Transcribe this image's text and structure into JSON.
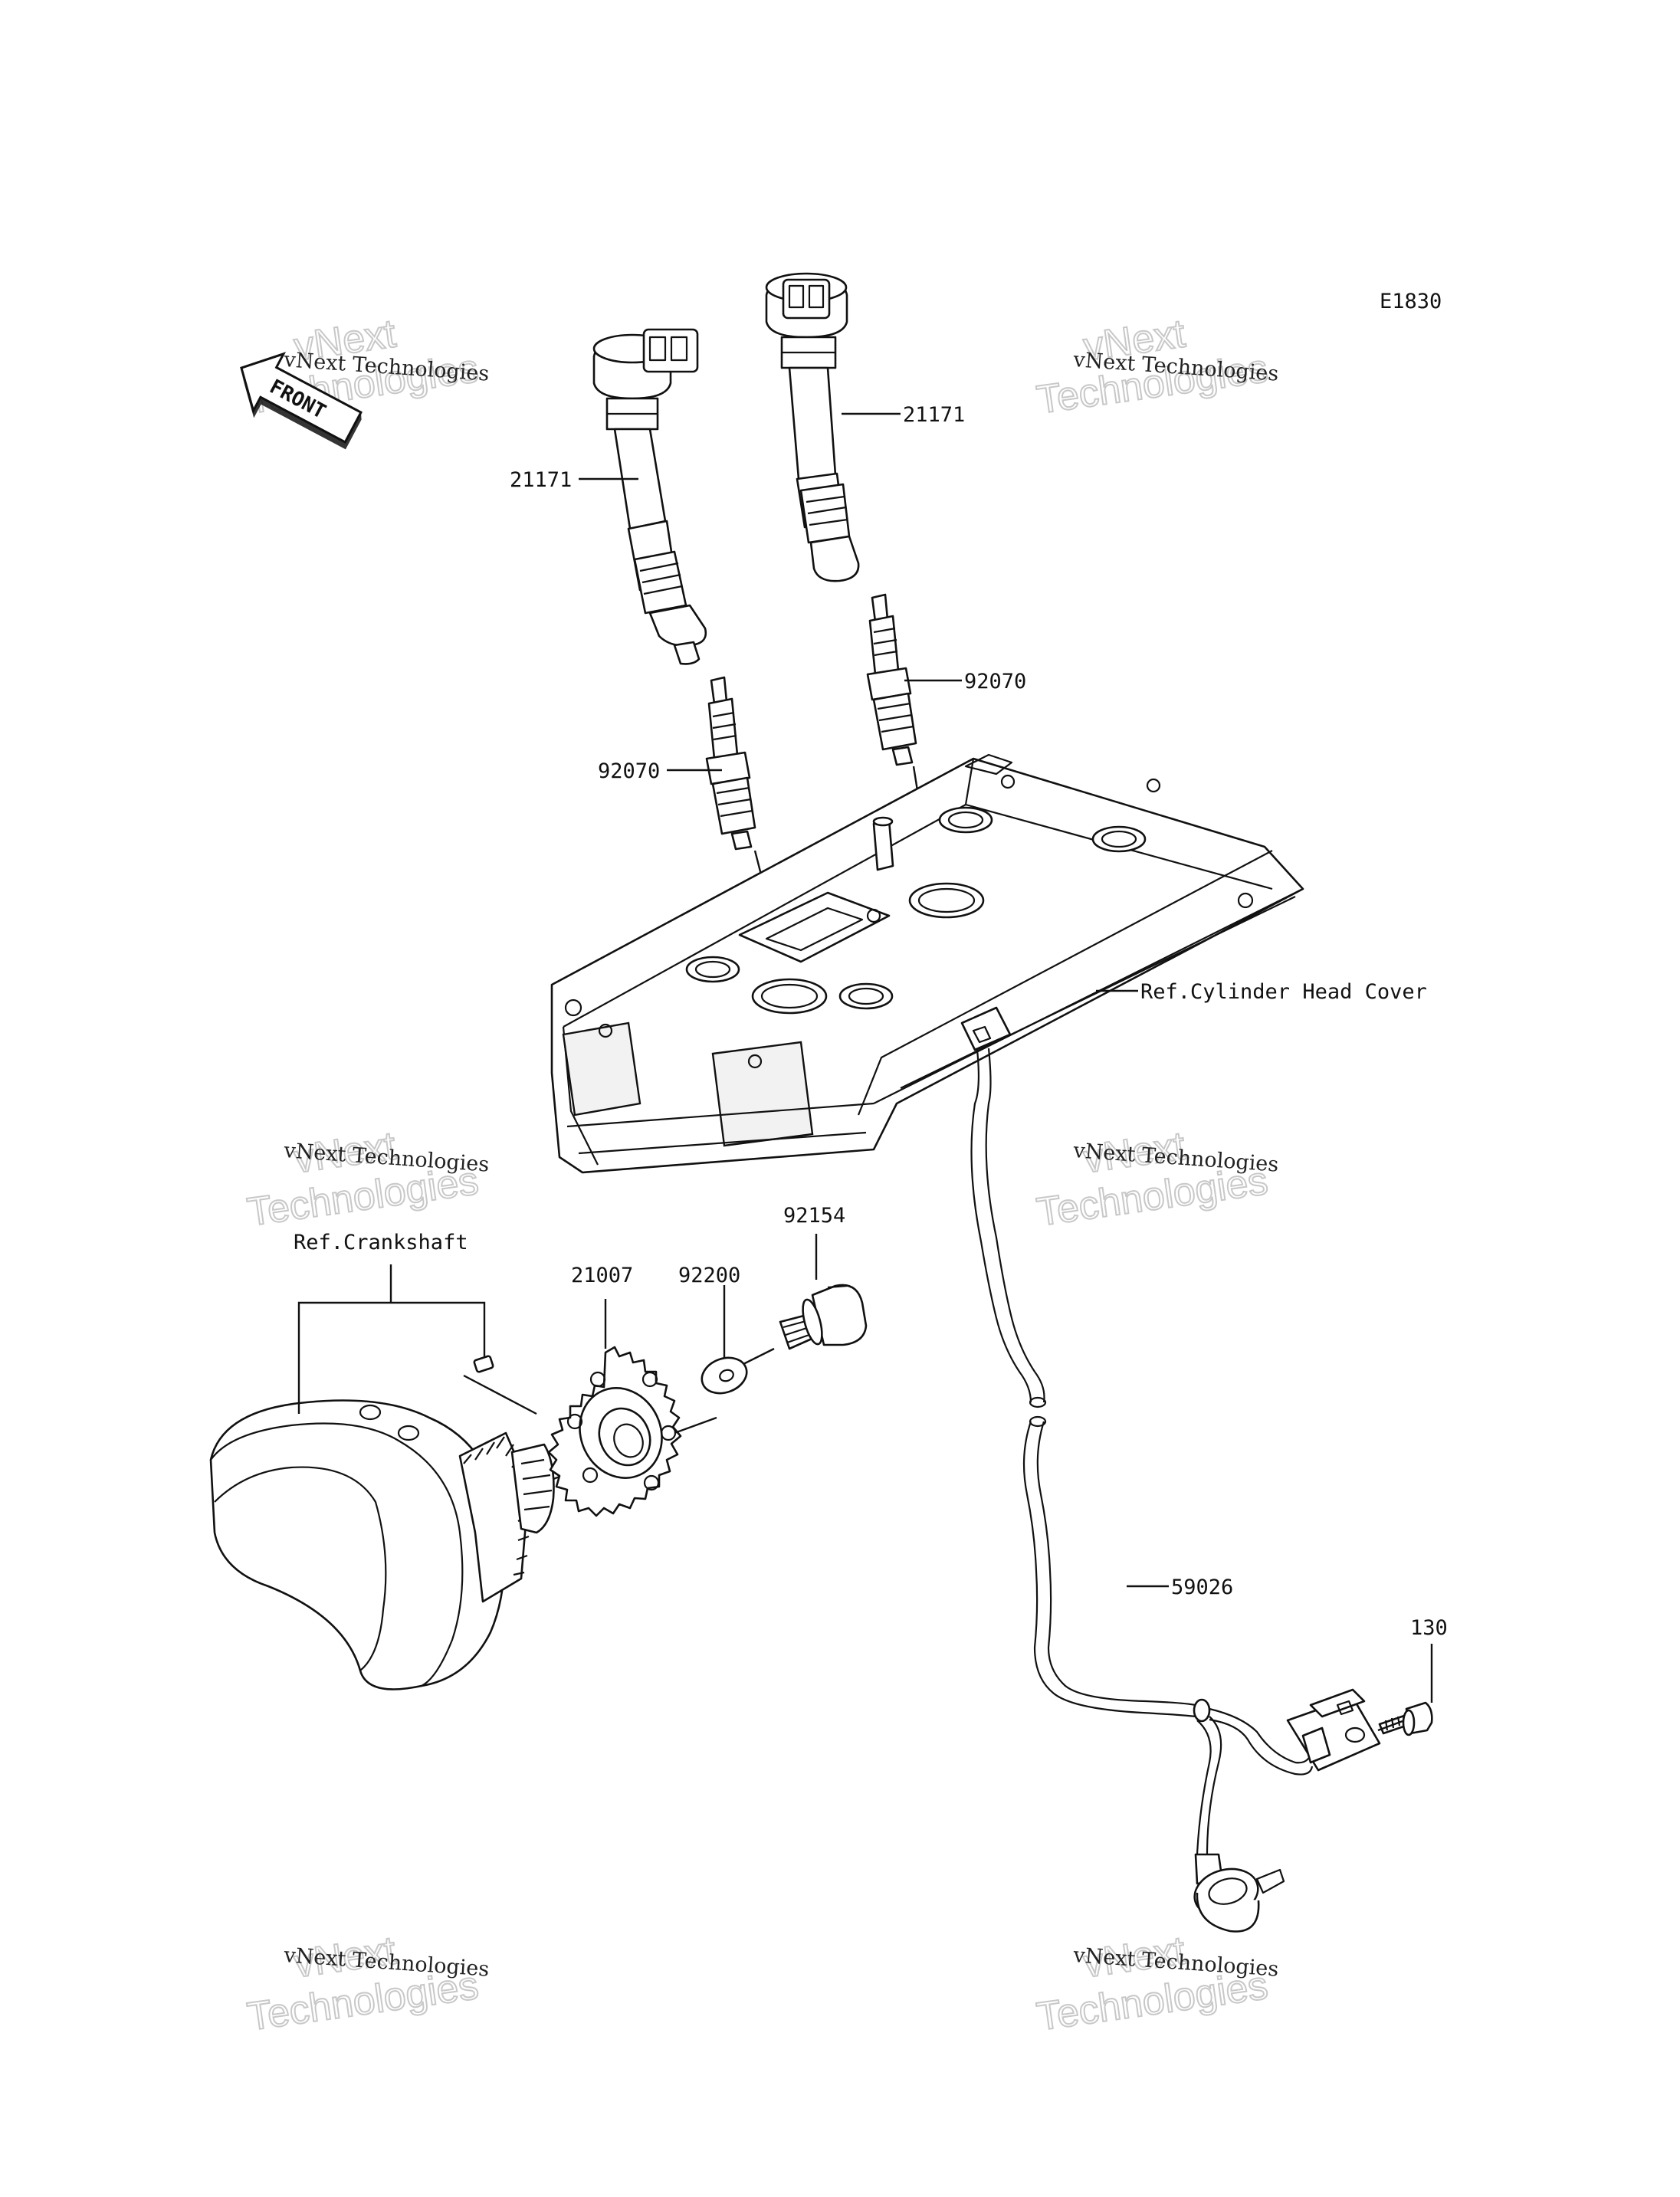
{
  "diagram_code": "E1830",
  "front_indicator": "FRONT",
  "watermark": {
    "line1": "vNext Technologies",
    "line2": "Technologies",
    "line3": "vNext"
  },
  "callouts": {
    "coil_left": "21171",
    "coil_right": "21171",
    "plug_left": "92070",
    "plug_right": "92070",
    "head_cover_ref": "Ref.Cylinder Head Cover",
    "crankshaft_ref": "Ref.Crankshaft",
    "rotor": "21007",
    "washer": "92200",
    "bolt": "92154",
    "sensor_harness": "59026",
    "sensor_bolt": "130"
  }
}
